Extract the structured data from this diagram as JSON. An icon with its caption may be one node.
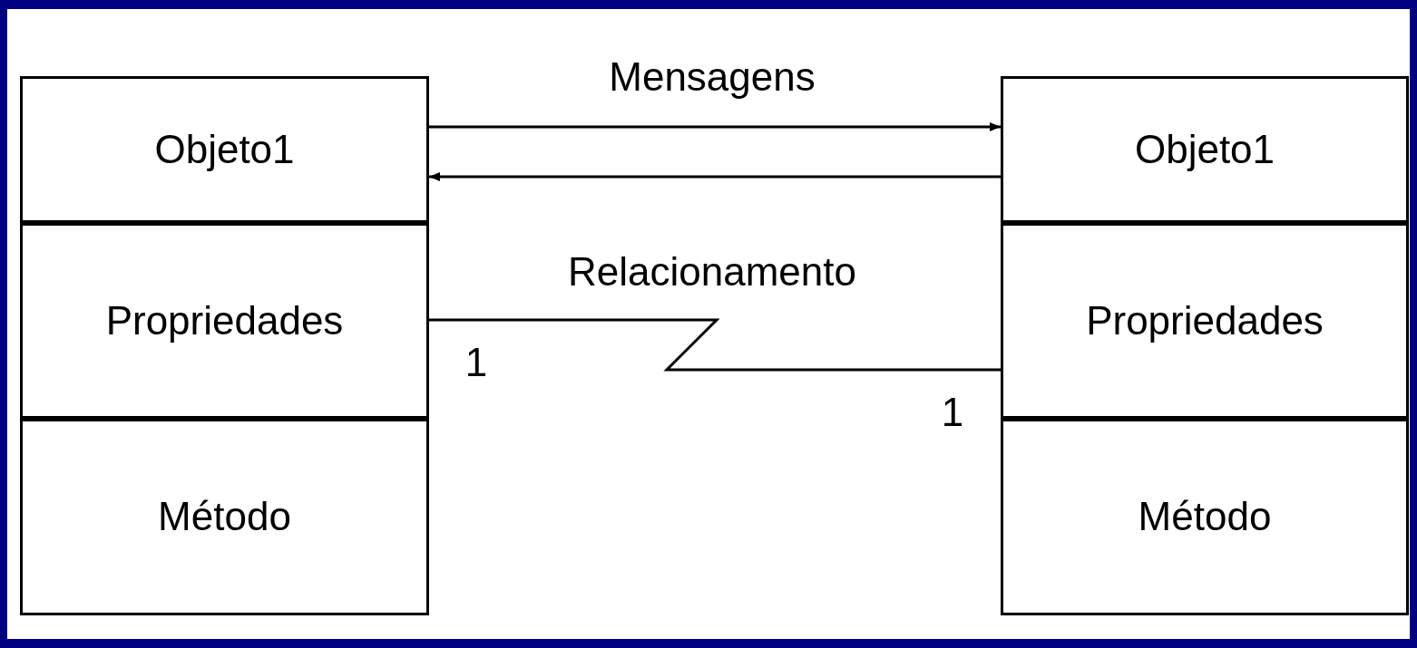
{
  "diagram": {
    "nodes": [
      {
        "text": [
          "Objeto1"
        ]
      },
      {
        "text": [
          "Propriedades"
        ]
      },
      {
        "text": [
          "Método"
        ]
      },
      {
        "text": [
          "Objeto1"
        ]
      },
      {
        "text": [
          "Propriedades"
        ]
      },
      {
        "text": [
          "Método"
        ]
      }
    ],
    "edges": [
      {
        "from": 0,
        "to": 3,
        "arrow": "to",
        "label": "Mensagens"
      },
      {
        "from": 3,
        "to": 0,
        "arrow": "to"
      },
      {
        "from": 1,
        "to": 4,
        "arrow": "none",
        "label": "Relacionamento"
      }
    ],
    "labels": [
      "1",
      "1"
    ]
  }
}
